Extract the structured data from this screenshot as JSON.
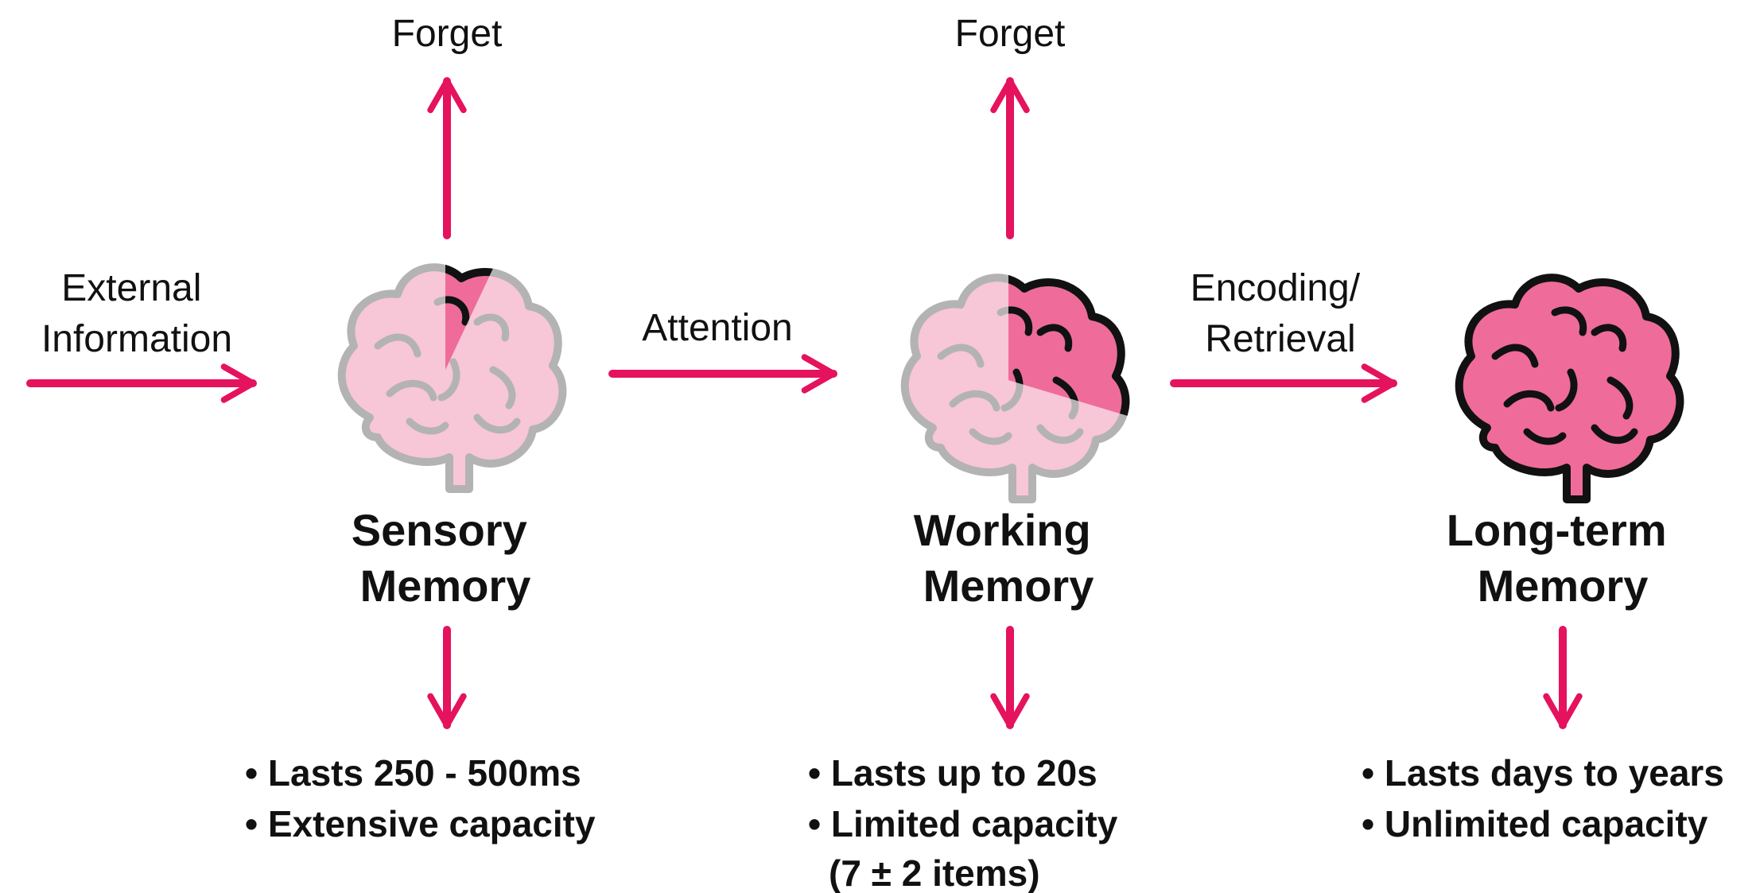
{
  "colors": {
    "arrow": "#e5125d",
    "brain_light": "#f7c6d7",
    "brain_outline_light": "#b3b3b3",
    "brain_dark": "#ef6b9a",
    "brain_outline_dark": "#111111"
  },
  "input_label": [
    "External",
    "Information"
  ],
  "transitions": {
    "attention": "Attention",
    "encoding_retrieval": [
      "Encoding/",
      "Retrieval"
    ]
  },
  "stages": [
    {
      "id": "sensory",
      "title": [
        "Sensory",
        "Memory"
      ],
      "forget": "Forget",
      "bullets": [
        "• Lasts 250 - 500ms",
        "• Extensive capacity"
      ],
      "fill_fraction": 0.12,
      "icon": "brain-icon"
    },
    {
      "id": "working",
      "title": [
        "Working",
        "Memory"
      ],
      "forget": "Forget",
      "bullets": [
        "• Lasts up to 20s",
        "• Limited capacity",
        "(7 ± 2 items)"
      ],
      "fill_fraction": 0.35,
      "icon": "brain-icon"
    },
    {
      "id": "longterm",
      "title": [
        "Long-term",
        "Memory"
      ],
      "bullets": [
        "• Lasts days to years",
        "• Unlimited capacity"
      ],
      "fill_fraction": 1.0,
      "icon": "brain-icon"
    }
  ]
}
